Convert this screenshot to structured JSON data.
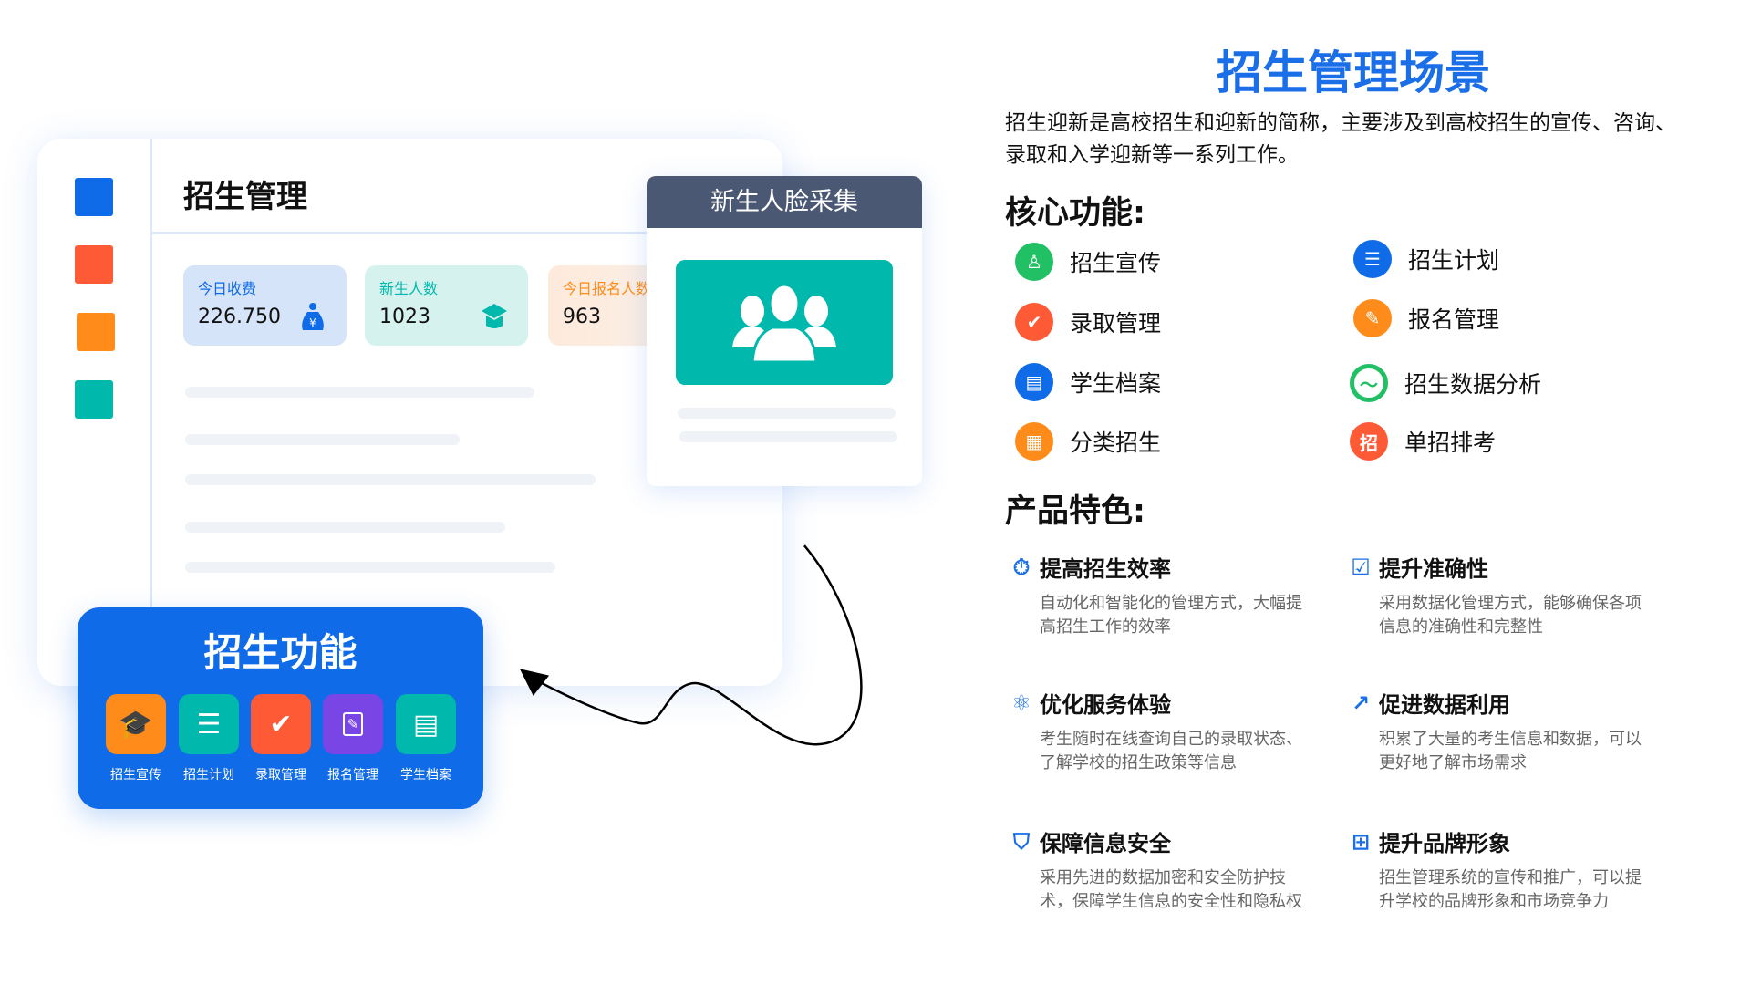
{
  "left": {
    "sidebar_colors": [
      "#0f6be8",
      "#ff5a36",
      "#ff8c1a",
      "#00b9ac"
    ],
    "title": "招生管理",
    "stats": [
      {
        "label": "今日收费",
        "value": "226.750",
        "icon": "money-bag-icon",
        "color": "#0f6be8",
        "bg": "#d6e4fa"
      },
      {
        "label": "新生人数",
        "value": "1023",
        "icon": "graduation-cap-icon",
        "color": "#00b9ac",
        "bg": "#d5f2ee"
      },
      {
        "label": "今日报名人数",
        "value": "963",
        "icon": "",
        "color": "#ff8c1a",
        "bg": "#feeadb"
      }
    ],
    "face_card": {
      "title": "新生人脸采集",
      "icon": "people-group-icon"
    },
    "function_panel": {
      "title": "招生功能",
      "items": [
        {
          "label": "招生宣传",
          "icon": "graduate-icon",
          "color": "#ff8c1a"
        },
        {
          "label": "招生计划",
          "icon": "notepad-icon",
          "color": "#00b9ac"
        },
        {
          "label": "录取管理",
          "icon": "admission-check-icon",
          "color": "#ff5a36"
        },
        {
          "label": "报名管理",
          "icon": "signup-board-icon",
          "color": "#7a45e5"
        },
        {
          "label": "学生档案",
          "icon": "archive-folder-icon",
          "color": "#00b9ac"
        }
      ]
    }
  },
  "right": {
    "title": "招生管理场景",
    "intro": "招生迎新是高校招生和迎新的简称，主要涉及到高校招生的宣传、咨询、录取和入学迎新等一系列工作。",
    "core_heading": "核心功能:",
    "core": [
      {
        "label": "招生宣传",
        "icon": "graduate-icon",
        "color": "#22c064"
      },
      {
        "label": "招生计划",
        "icon": "notepad-icon",
        "color": "#0f6be8"
      },
      {
        "label": "录取管理",
        "icon": "admission-check-icon",
        "color": "#ff5a36"
      },
      {
        "label": "报名管理",
        "icon": "signup-board-icon",
        "color": "#ff8c1a"
      },
      {
        "label": "学生档案",
        "icon": "archive-folder-icon",
        "color": "#0f6be8"
      },
      {
        "label": "招生数据分析",
        "icon": "trend-chart-icon",
        "color": "#22c064"
      },
      {
        "label": "分类招生",
        "icon": "grid-icon",
        "color": "#ff8c1a"
      },
      {
        "label": "单招排考",
        "icon": "zhao-character-icon",
        "color": "#ff5a36",
        "glyph": "招"
      }
    ],
    "features_heading": "产品特色:",
    "features": [
      {
        "title": "提高招生效率",
        "desc": "自动化和智能化的管理方式，大幅提高招生工作的效率",
        "icon": "efficiency-icon"
      },
      {
        "title": "提升准确性",
        "desc": "采用数据化管理方式，能够确保各项信息的准确性和完整性",
        "icon": "checklist-icon"
      },
      {
        "title": "优化服务体验",
        "desc": "考生随时在线查询自己的录取状态、了解学校的招生政策等信息",
        "icon": "atom-icon"
      },
      {
        "title": "促进数据利用",
        "desc": "积累了大量的考生信息和数据，可以更好地了解市场需求",
        "icon": "growth-icon"
      },
      {
        "title": "保障信息安全",
        "desc": "采用先进的数据加密和安全防护技术，保障学生信息的安全性和隐私权",
        "icon": "shield-check-icon"
      },
      {
        "title": "提升品牌形象",
        "desc": "招生管理系统的宣传和推广，可以提升学校的品牌形象和市场竞争力",
        "icon": "org-chart-icon"
      }
    ]
  }
}
